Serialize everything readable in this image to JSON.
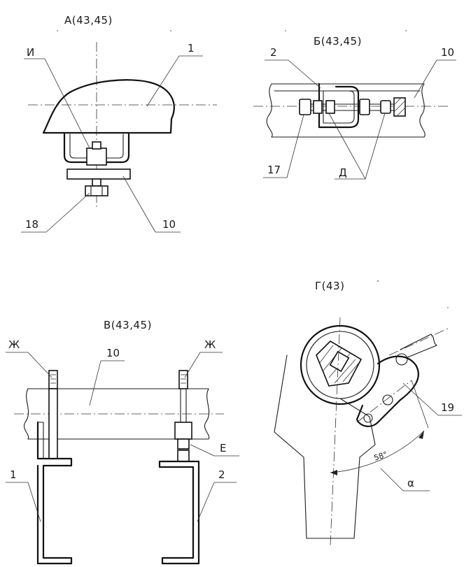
{
  "views": {
    "a": {
      "title": "А(43,45)",
      "callouts": {
        "i": "И",
        "n1": "1",
        "n18": "18",
        "n10": "10"
      }
    },
    "b": {
      "title": "Б(43,45)",
      "callouts": {
        "n2": "2",
        "n10": "10",
        "n17": "17",
        "d": "Д"
      }
    },
    "v": {
      "title": "В(43,45)",
      "callouts": {
        "zh_left": "Ж",
        "zh_right": "Ж",
        "n10": "10",
        "e": "Е",
        "n1": "1",
        "n2": "2"
      }
    },
    "g": {
      "title": "Г(43)",
      "callouts": {
        "n19": "19",
        "angle": "58°",
        "alpha": "α"
      }
    }
  }
}
